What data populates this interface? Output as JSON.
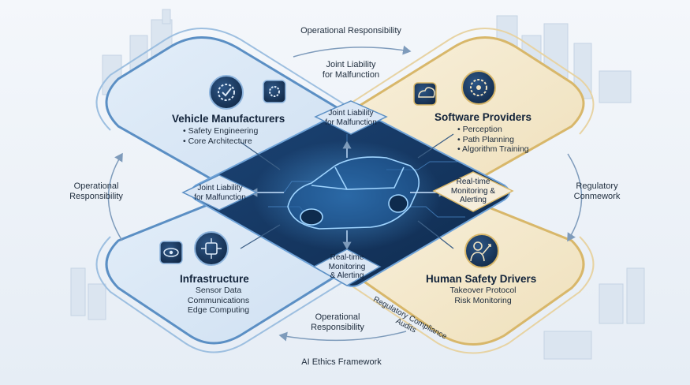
{
  "colors": {
    "background": "#eef3f8",
    "blue_accent": "#5b8fc4",
    "gold_accent": "#d8b76a",
    "center_dark": "#16345e",
    "icon_navy": "#1e3a5f"
  },
  "top_arrow_label": "Operational Responsibility",
  "top_joint_label": "Joint Liability\nfor Malfunction",
  "left_arrow_label": "Operational\nResponsibility",
  "right_arrow_label": "Regulatory\nConmework",
  "bottom_arrow_label": "Operational\nResponsibility",
  "bottom_framework_label": "AI Ethics Framework",
  "regulatory_audits_label": "Regulatory Compliance\nAudits",
  "center": {
    "top_chip": "Joint Liability\nfor Malfunction",
    "left_chip": "Joint Liability\nfor Malfunction",
    "right_chip": "Real-time\nMonitoring &\nAlerting",
    "bottom_chip": "Real-time\nMonitoring\n& Alerting"
  },
  "vehicle_manufacturers": {
    "title": "Vehicle Manufacturers",
    "items": [
      "• Safety Engineering",
      "• Core Architecture"
    ],
    "icons": [
      "gear-check-icon",
      "gear-settings-icon"
    ]
  },
  "software_providers": {
    "title": "Software Providers",
    "items": [
      "• Perception",
      "• Path Planning",
      "• Algorithm Training"
    ],
    "icons": [
      "cloud-chip-icon",
      "gear-code-icon"
    ]
  },
  "infrastructure": {
    "title": "Infrastructure",
    "items": [
      "Sensor Data",
      "Communications",
      "Edge Computing"
    ],
    "icons": [
      "sensor-eye-icon",
      "chip-network-icon"
    ]
  },
  "human_safety_drivers": {
    "title": "Human Safety Drivers",
    "items": [
      "Takeover Protocol",
      "Risk Monitoring"
    ],
    "icons": [
      "driver-person-icon"
    ]
  }
}
